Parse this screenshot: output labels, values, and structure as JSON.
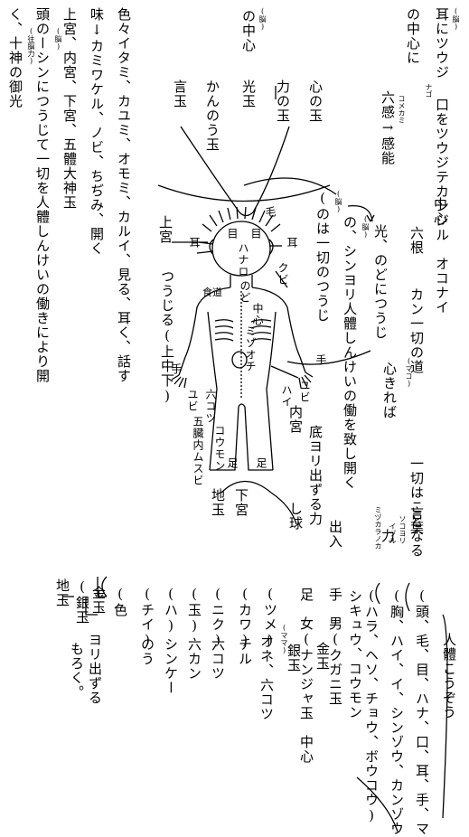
{
  "upper_right": {
    "col1": "耳にツウジ",
    "col1_b": "口をツウジテカンジル　オコナイ",
    "col1_ruby": "ナゴ",
    "col2_a": "六根",
    "col2_b": "カン一切の道",
    "col2_c": "一切はことなる",
    "col3_ruby": "コメカミ",
    "col3_a": "六感→感能",
    "col3_b": "中心",
    "col3_c": "言葉",
    "col4_ruby": "(脳)",
    "col4": "の中心に",
    "kokoro": "(マコ)",
    "kokoro_b": "心きれば",
    "chikara": "力",
    "chikara_ruby1": "ソコヨリ",
    "chikara_ruby2": "イヅル",
    "chikara_ruby3": "ミヅカラノカ",
    "hikari": "光、のどにつうじ"
  },
  "middle": {
    "nou_ruby": "(脳)",
    "nou": "の中心",
    "hikari_dama": "光玉",
    "chikara_dama": "力の玉",
    "kokoro_dama": "心の玉",
    "kan_dama": "かんのう玉",
    "koto_dama": "言玉",
    "sinyori_ruby": "(脳)",
    "sinyori": "の、シンヨリ人體しんけいの働を致し開く",
    "nowa_ruby": "(脳)",
    "nowa": "(のは一切のつうじ",
    "shutsunyu": "出入",
    "kyu": "し球",
    "soko": "底ヨリ出ずる力",
    "chikyu": "地玉",
    "gegu": "下宮",
    "tsujiru": "つうじる(上中下)",
    "jogu": "上宮"
  },
  "body_labels": {
    "ke": "毛",
    "mimi_l": "耳",
    "mimi_r": "耳",
    "me_l": "目",
    "me_r": "目",
    "hana": "ハナロ",
    "kubi": "クビ",
    "nodo": "のど",
    "shokudo": "食道",
    "chushin": "中心",
    "mizoochi": "ミゾオチ",
    "te_l": "手",
    "te_r": "手",
    "yubi_l": "ユビ",
    "yubi_r": "ユビ",
    "rokkotsu": "六コツ",
    "hai": "ハイ",
    "naigu": "内宮",
    "komon": "コウモン",
    "gozo": "五臓内ムスビ",
    "ashi_l": "足",
    "ashi_r": "足"
  },
  "left_text": [
    "く、十神の御光",
    "頭のーシンにつうじて一切を人體しんけいの働きにより開",
    "上宮、内宮、下宮、五體大神玉",
    "味↓カミワケル、ノビ、ちぢみ、開く",
    "色々イタミ、カユミ、オモミ、カルイ、見る、耳く、話す"
  ],
  "left_rubies": {
    "shin": "(往脳力)",
    "nou": "(脳)"
  },
  "lower_right": {
    "title": "人體こうぞう",
    "col1": "(頭、毛、目、ハナ、口、耳、手、マユ)",
    "col2": "(胸、ハイ、イ、シンゾウ、カンゾウ)",
    "col3": "(ハラ、ヘソ、チョウ、ボウコウ)",
    "col3_b": "シキュウ、コウモン",
    "col4_a": "手　男(クガニ玉",
    "col4_b": "金玉",
    "col5_a": "足　女(ナンジャ玉　中心",
    "col5_b": "銀玉",
    "col6": "(ツメ)",
    "col6_b": "オネ、六コツ",
    "col6_ruby": "(ママ)",
    "col7": "(カワ)",
    "col7_b": "チル",
    "col8": "(ニク)",
    "col8_b": "六コツ",
    "col9": "(玉)",
    "col9_b": "六カン",
    "col10": "(ハ)",
    "col10_b": "シンケー",
    "col11": "(チイ)",
    "col11_b": "のう",
    "col12": "(色",
    "col12_b": "金玉",
    "col13": "(銀玉",
    "col14": "地玉",
    "yori": "ヨリ出ずる",
    "moro": "もろく。"
  }
}
